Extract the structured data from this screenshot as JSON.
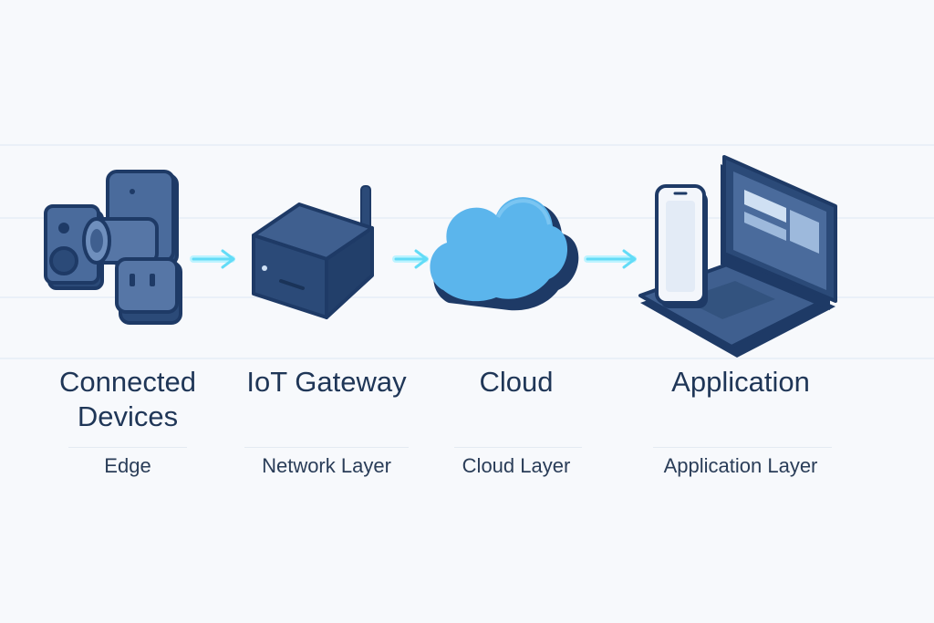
{
  "stages": [
    {
      "title": "Connected Devices",
      "subtitle": "Edge",
      "icon": "devices-icon"
    },
    {
      "title": "IoT Gateway",
      "subtitle": "Network Layer",
      "icon": "router-icon"
    },
    {
      "title": "Cloud",
      "subtitle": "Cloud Layer",
      "icon": "cloud-icon"
    },
    {
      "title": "Application",
      "subtitle": "Application Layer",
      "icon": "laptop-phone-icon"
    }
  ],
  "colors": {
    "navy": "#1e3a66",
    "slate": "#3f5f8f",
    "slate_light": "#5676a6",
    "cloud": "#5bb5ec",
    "cloud_dark": "#2f6da6",
    "arrow_glow": "#7fe6ff",
    "text": "#1f3657"
  }
}
